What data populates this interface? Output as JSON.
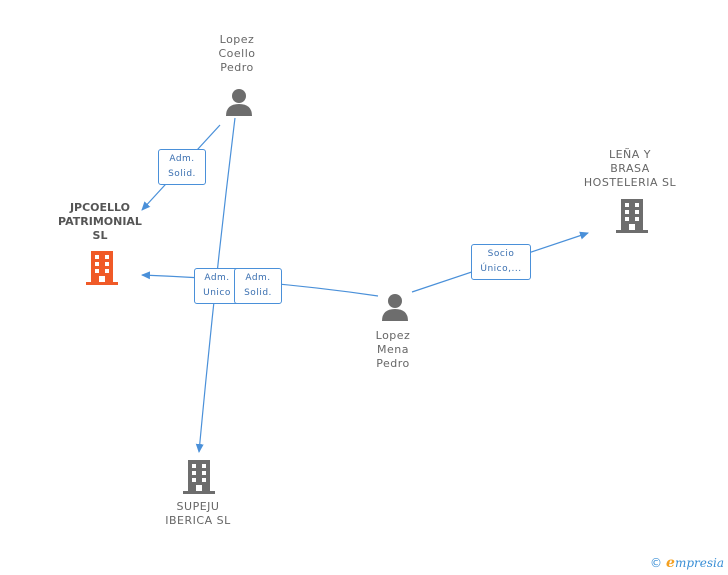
{
  "nodes": {
    "lopez_coello": {
      "lines": [
        "Lopez",
        "Coello",
        "Pedro"
      ]
    },
    "jpcoello": {
      "lines": [
        "JPCOELLO",
        "PATRIMONIAL",
        "SL"
      ]
    },
    "lena": {
      "lines": [
        "LEÑA Y",
        "BRASA",
        "HOSTELERIA SL"
      ]
    },
    "lopez_mena": {
      "lines": [
        "Lopez",
        "Mena",
        "Pedro"
      ]
    },
    "supeju": {
      "lines": [
        "SUPEJU",
        "IBERICA SL"
      ]
    }
  },
  "edges": {
    "adm_solid_1": {
      "lines": [
        "Adm.",
        "Solid."
      ]
    },
    "adm_unico": {
      "lines": [
        "Adm.",
        "Unico"
      ]
    },
    "adm_solid_2": {
      "lines": [
        "Adm.",
        "Solid."
      ]
    },
    "socio": {
      "lines": [
        "Socio",
        "Único,..."
      ]
    }
  },
  "colors": {
    "edge": "#4a90d9",
    "person": "#6d6d6d",
    "company": "#6d6d6d",
    "company_highlight": "#f05a28"
  },
  "footer": {
    "copyright": "©",
    "brand_e": "e",
    "brand_rest": "mpresia"
  }
}
